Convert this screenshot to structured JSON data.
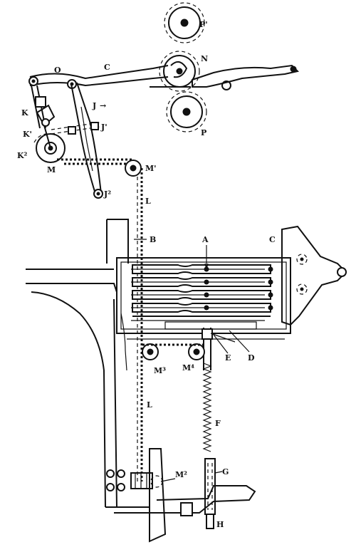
{
  "labels": {
    "P1": "P'",
    "N": "N",
    "O": "O",
    "C_top": "C",
    "P": "P",
    "J": "J",
    "J_arrow": "→",
    "J1": "J'",
    "K": "K",
    "K1": "K'",
    "K2": "K²",
    "M": "M",
    "M1": "M'",
    "J2": "J²",
    "L_upper": "L",
    "B": "B",
    "A": "A",
    "C_right": "C",
    "M3": "M³",
    "M4": "M⁴",
    "E": "E",
    "D": "D",
    "L_lower": "L",
    "F": "F",
    "M2": "M²",
    "G": "G",
    "H": "H"
  }
}
